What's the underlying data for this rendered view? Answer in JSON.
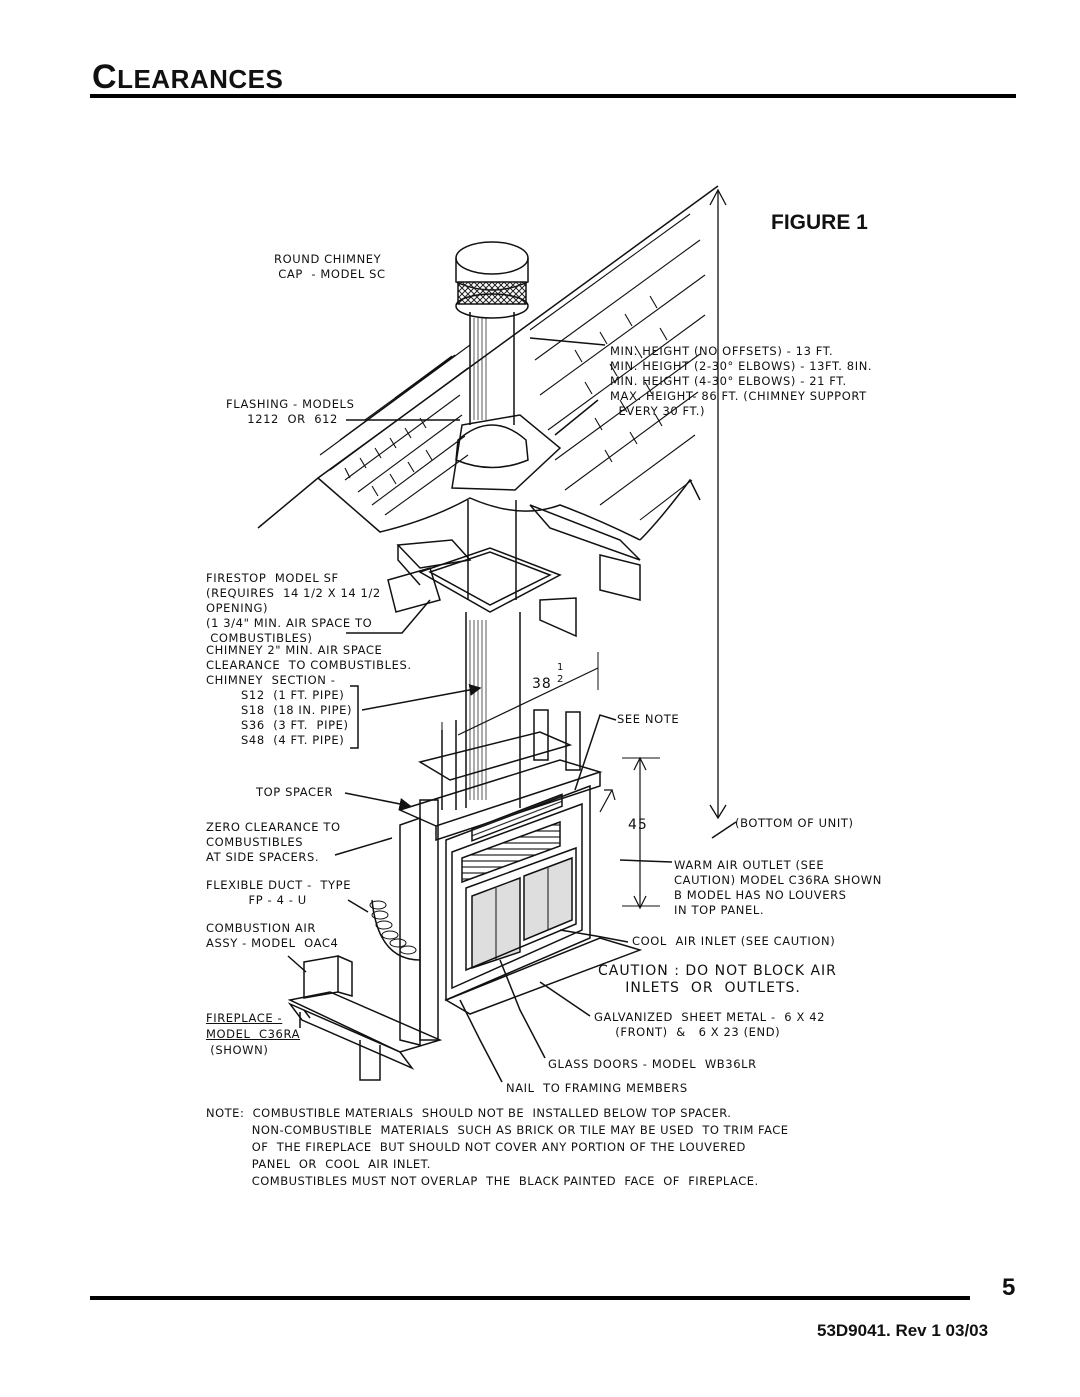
{
  "header": {
    "title_first": "C",
    "title_rest": "LEARANCES"
  },
  "figure": {
    "title": "FIGURE 1",
    "labels": {
      "chimney_cap": "ROUND CHIMNEY\n CAP  - MODEL SC",
      "heights": "MIN. HEIGHT (NO OFFSETS) - 13 FT.\nMIN. HEIGHT (2-30° ELBOWS) - 13FT. 8IN.\nMIN. HEIGHT (4-30° ELBOWS) - 21 FT.\nMAX. HEIGHT- 86 FT. (CHIMNEY SUPPORT\n  EVERY 30 FT.)",
      "flashing": "FLASHING - MODELS\n     1212  OR  612",
      "firestop": "FIRESTOP  MODEL SF\n(REQUIRES  14 1/2 X 14 1/2\nOPENING)\n(1 3/4\" MIN. AIR SPACE TO\n COMBUSTIBLES)",
      "chimney_air": "CHIMNEY 2\" MIN. AIR SPACE\nCLEARANCE  TO COMBUSTIBLES.\nCHIMNEY  SECTION -",
      "sections": "S12  (1 FT. PIPE)\nS18  (18 IN. PIPE)\nS36  (3 FT.  PIPE)\nS48  (4 FT. PIPE)",
      "dim_38": "38",
      "dim_half": "1\n2",
      "see_note": "SEE NOTE",
      "top_spacer": "TOP SPACER",
      "zero_clearance": "ZERO CLEARANCE TO\nCOMBUSTIBLES\nAT SIDE SPACERS.",
      "dim_45": "45",
      "bottom_unit": "(BOTTOM OF UNIT)",
      "flex_duct": "FLEXIBLE DUCT -  TYPE\n          FP - 4 - U",
      "warm_air": "WARM AIR OUTLET (SEE\nCAUTION) MODEL C36RA SHOWN\nB MODEL HAS NO LOUVERS\nIN TOP PANEL.",
      "combustion_air": "COMBUSTION AIR\nASSY - MODEL  OAC4",
      "cool_air": "COOL  AIR INLET (SEE CAUTION)",
      "caution": "CAUTION : DO NOT BLOCK AIR\n     INLETS  OR  OUTLETS.",
      "fireplace_line1": "FIREPLACE -",
      "fireplace_line2": "MODEL  C36RA",
      "fireplace_line3": " (SHOWN)",
      "galvanized": "GALVANIZED  SHEET METAL -  6 X 42\n     (FRONT)  &   6 X 23 (END)",
      "glass_doors": "GLASS DOORS - MODEL  WB36LR",
      "nail": "NAIL  TO FRAMING MEMBERS"
    },
    "note": "NOTE:  COMBUSTIBLE MATERIALS  SHOULD NOT BE  INSTALLED BELOW TOP SPACER.\n           NON-COMBUSTIBLE  MATERIALS  SUCH AS BRICK OR TILE MAY BE USED  TO TRIM FACE\n           OF  THE FIREPLACE  BUT SHOULD NOT COVER ANY PORTION OF THE LOUVERED\n           PANEL  OR  COOL  AIR INLET.\n           COMBUSTIBLES MUST NOT OVERLAP  THE  BLACK PAINTED  FACE  OF  FIREPLACE."
  },
  "footer": {
    "page_number": "5",
    "doc_id": "53D9041. Rev 1 03/03"
  }
}
